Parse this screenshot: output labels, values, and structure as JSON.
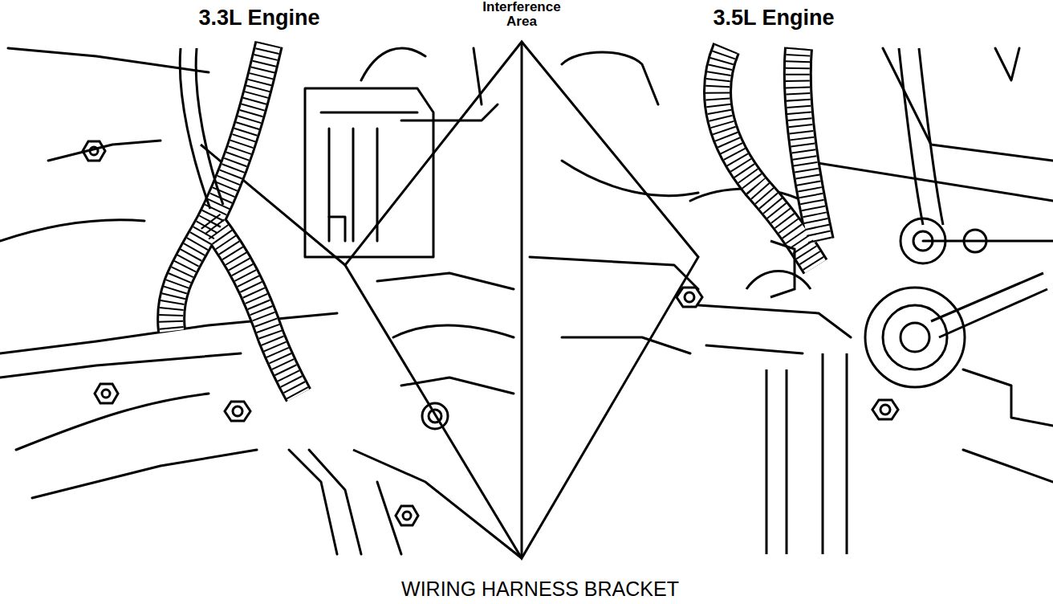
{
  "diagram": {
    "caption": "WIRING HARNESS BRACKET",
    "labels": [
      "3.3L Engine",
      "Interference Area",
      "3.5L Engine"
    ]
  }
}
